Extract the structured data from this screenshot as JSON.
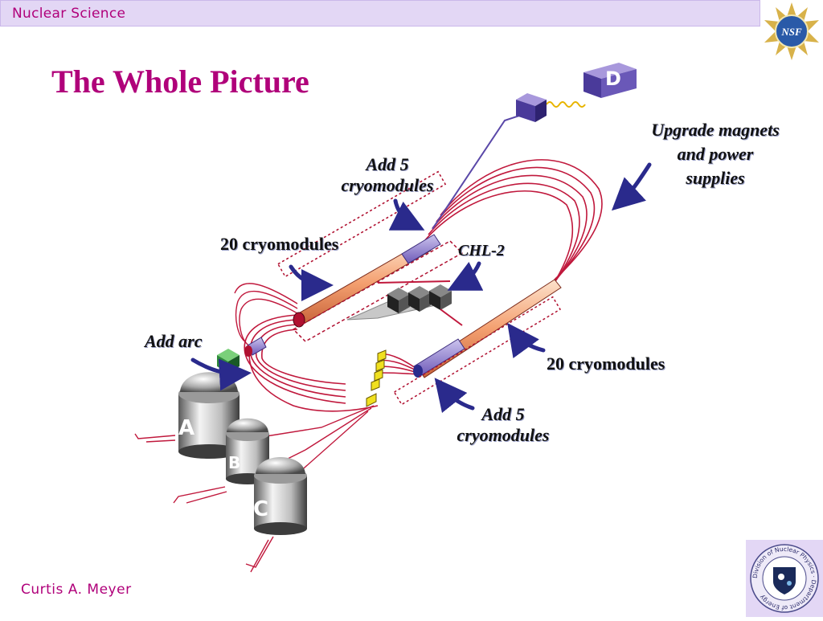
{
  "header": {
    "title": "Nuclear Science"
  },
  "slide": {
    "title": "The Whole  Picture"
  },
  "logos": {
    "nsf_text": "NSF",
    "doe_ring_text": "Division of Nuclear Physics · Department of Energy"
  },
  "labels": {
    "upgrade_magnets": [
      "Upgrade magnets",
      "and power",
      "supplies"
    ],
    "add5_top": [
      "Add 5",
      "cryomodules"
    ],
    "cryo20_left": "20 cryomodules",
    "chl2": "CHL-2",
    "add_arc": "Add arc",
    "cryo20_right": "20 cryomodules",
    "add5_bottom": [
      "Add 5",
      "cryomodules"
    ]
  },
  "halls": {
    "a": "A",
    "b": "B",
    "c": "C",
    "d": "D"
  },
  "footer": {
    "author": "Curtis A. Meyer"
  },
  "colors": {
    "accent": "#b0007a",
    "header_bg": "#e3d7f5",
    "beamline": "#c0183c",
    "arrow": "#2a2a8c"
  }
}
